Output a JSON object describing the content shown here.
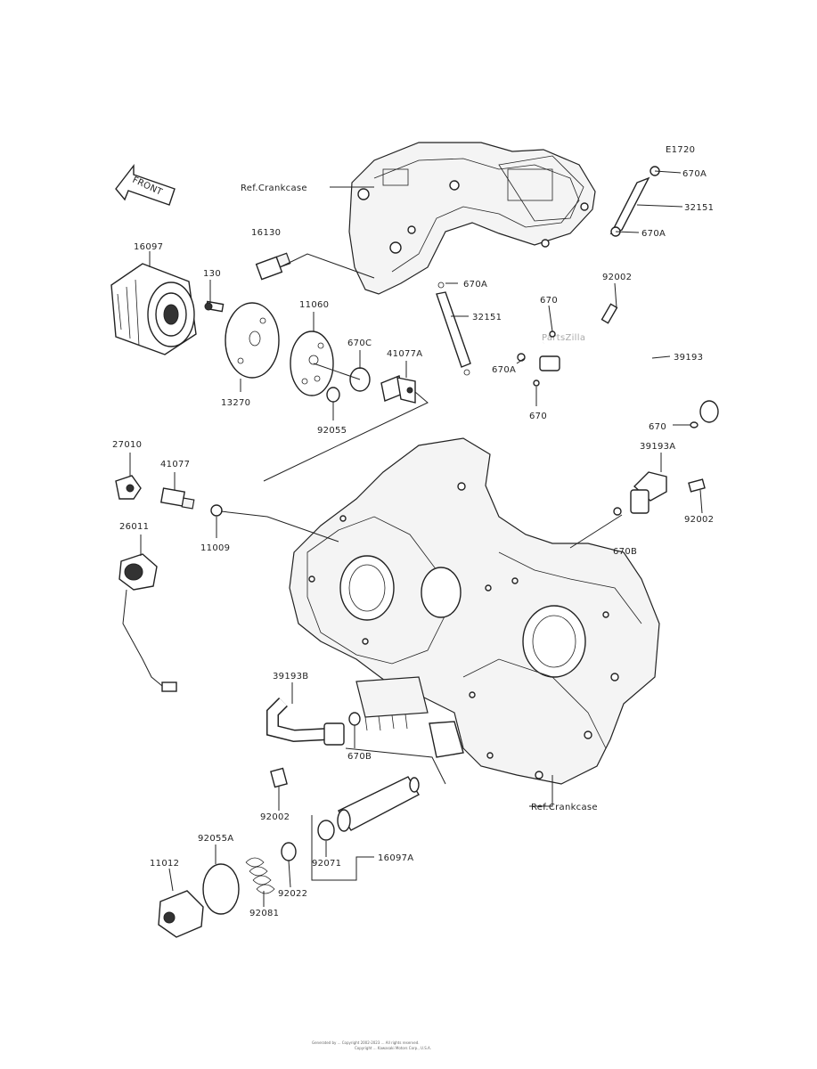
{
  "diagram": {
    "page_code": "E1720",
    "front_arrow_label": "FRONT",
    "watermark": "PartsZilla",
    "footer_line1": "Generated by ... Copyright 2002-2023 ... All rights reserved.",
    "footer_line2": "Copyright ... Kawasaki Motors Corp., U.S.A.",
    "labels": {
      "ref_crankcase_top": "Ref.Crankcase",
      "ref_crankcase_bottom": "Ref.Crankcase",
      "p_670A_1": "670A",
      "p_32151_1": "32151",
      "p_670A_2": "670A",
      "p_16130": "16130",
      "p_670A_3": "670A",
      "p_32151_2": "32151",
      "p_16097": "16097",
      "p_130": "130",
      "p_11060": "11060",
      "p_670C": "670C",
      "p_41077A": "41077A",
      "p_13270": "13270",
      "p_92055": "92055",
      "p_92002_1": "92002",
      "p_670_1": "670",
      "p_39193": "39193",
      "p_670A_4": "670A",
      "p_670_2": "670",
      "p_670_3": "670",
      "p_27010": "27010",
      "p_41077": "41077",
      "p_11009": "11009",
      "p_39193A": "39193A",
      "p_92002_2": "92002",
      "p_670B_1": "670B",
      "p_26011": "26011",
      "p_39193B": "39193B",
      "p_670B_2": "670B",
      "p_92002_3": "92002",
      "p_92055A": "92055A",
      "p_11012": "11012",
      "p_92081": "92081",
      "p_92022": "92022",
      "p_92071": "92071",
      "p_16097A": "16097A"
    }
  }
}
